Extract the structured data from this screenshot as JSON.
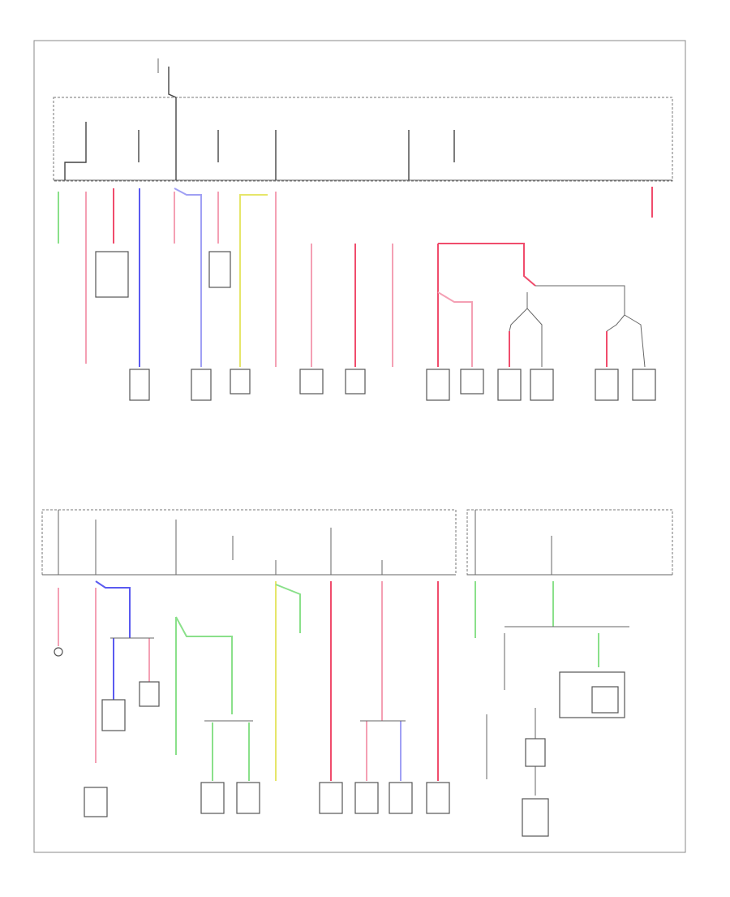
{
  "colors": {
    "pink": "#f4a0b4",
    "red": "#f04c6c",
    "blue": "#5a5af0",
    "lightblue": "#a0a0f4",
    "green": "#8ae08a",
    "yellow": "#e6e66a",
    "gray": "#444444"
  },
  "diagram": {
    "nodes": [
      {
        "id": "top-box"
      },
      {
        "id": "bottom-left-box"
      },
      {
        "id": "bottom-right-box"
      },
      {
        "id": "right-module-box"
      }
    ]
  }
}
